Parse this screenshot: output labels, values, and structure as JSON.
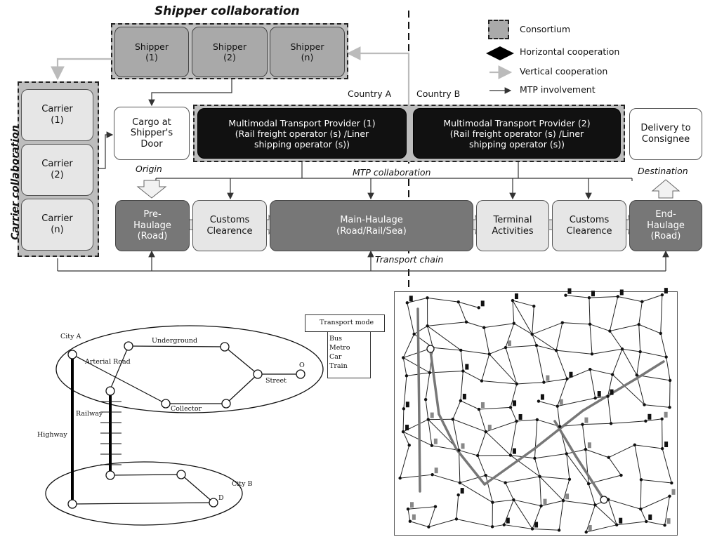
{
  "logistics": {
    "shipper_collaboration_title": "Shipper collaboration",
    "carrier_collaboration_title": "Carrier collaboration",
    "shippers": [
      "Shipper\n(1)",
      "Shipper\n(2)",
      "Shipper\n(n)"
    ],
    "carriers": [
      "Carrier\n(1)",
      "Carrier\n(2)",
      "Carrier\n(n)"
    ],
    "country_a": "Country A",
    "country_b": "Country B",
    "cargo_origin_box": "Cargo at\nShipper's\nDoor",
    "origin_label": "Origin",
    "mtp1": "Multimodal Transport Provider (1)\n(Rail freight operator (s) /Liner\nshipping operator (s))",
    "mtp2": "Multimodal Transport Provider (2)\n(Rail freight operator (s) /Liner\nshipping operator (s))",
    "delivery_box": "Delivery to\nConsignee",
    "destination_label": "Destination",
    "mtp_collaboration_label": "MTP collaboration",
    "chain": {
      "pre_haulage": "Pre-\nHaulage\n(Road)",
      "customs_1": "Customs\nClearence",
      "main_haulage": "Main-Haulage\n(Road/Rail/Sea)",
      "terminal": "Terminal\nActivities",
      "customs_2": "Customs\nClearence",
      "end_haulage": "End-\nHaulage\n(Road)"
    },
    "transport_chain_label": "Transport chain",
    "legend": {
      "consortium": "Consortium",
      "horizontal": "Horizontal cooperation",
      "vertical": "Vertical cooperation",
      "mtp": "MTP involvement"
    }
  },
  "network": {
    "city_a": "City A",
    "city_b": "City B",
    "underground": "Underground",
    "arterial_road": "Arterial Road",
    "street": "Street",
    "collector": "Collector",
    "railway": "Railway",
    "highway": "Highway",
    "node_o": "O",
    "node_d": "D",
    "transport_mode_title": "Transport mode",
    "modes": [
      "Bus",
      "Metro",
      "Car",
      "Train"
    ]
  },
  "colors": {
    "consortium_fill": "#bdbdbd",
    "shipper_fill": "#a9a9a9",
    "mtp_fill": "#111111",
    "haulage_fill": "#777777",
    "light_fill": "#e6e6e6",
    "vertical_arrow": "#bbbbbb"
  }
}
